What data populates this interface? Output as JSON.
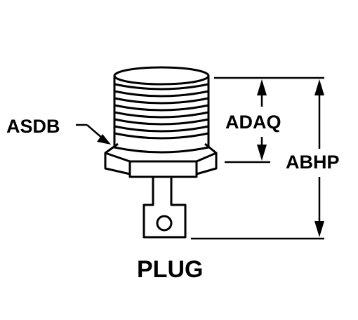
{
  "title": "PLUG",
  "callouts": {
    "thread_label": "ASDB",
    "thread_length": "ADAQ",
    "overall_height": "ABHP"
  },
  "colors": {
    "ink": "#000000",
    "paper": "#ffffff"
  }
}
